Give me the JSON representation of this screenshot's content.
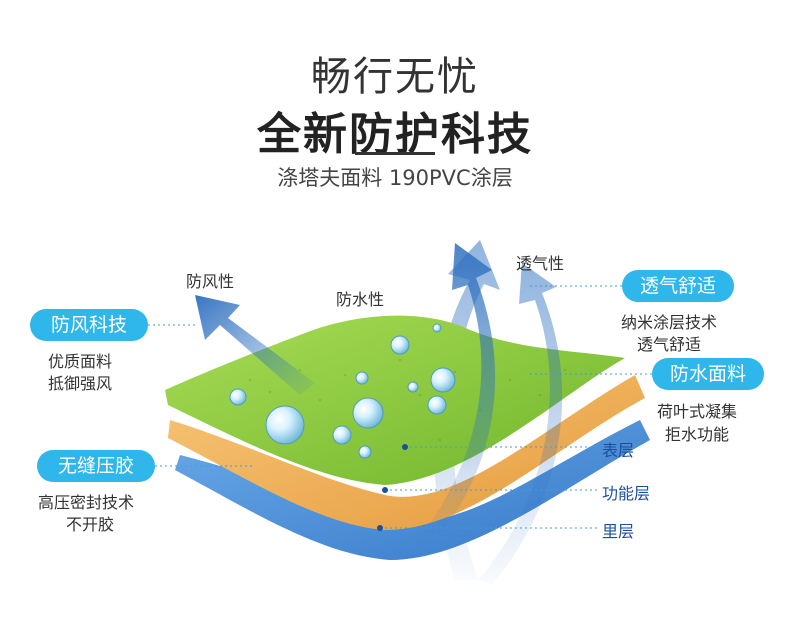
{
  "header": {
    "line1": "畅行无忧",
    "line2": "全新防护科技",
    "subtitle": "涤塔夫面料 190PVC涂层"
  },
  "arrows": {
    "wind": "防风性",
    "water": "防水性",
    "breath": "透气性"
  },
  "features": {
    "wind": {
      "badge": "防风科技",
      "line1": "优质面料",
      "line2": "抵御强风"
    },
    "seam": {
      "badge": "无缝压胶",
      "line1": "高压密封技术",
      "line2": "不开胶"
    },
    "breath": {
      "badge": "透气舒适",
      "line1": "纳米涂层技术",
      "line2": "透气舒适"
    },
    "water": {
      "badge": "防水面料",
      "line1": "荷叶式凝集",
      "line2": "拒水功能"
    }
  },
  "layers": {
    "surface": "表层",
    "function": "功能层",
    "inner": "里层"
  },
  "colors": {
    "accent": "#2fb6ea",
    "surface_layer": "#8dcc3a",
    "function_layer": "#f1b25c",
    "inner_layer": "#4a8fd8",
    "layer_label": "#1d4f9f"
  }
}
